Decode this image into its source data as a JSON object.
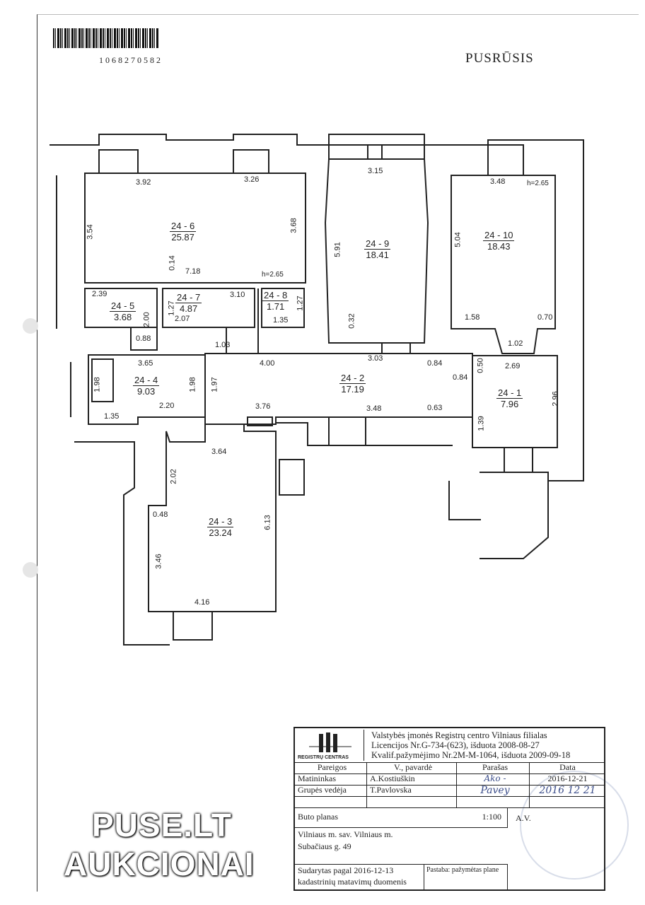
{
  "header": {
    "barcode_number": "1068270582",
    "floor_title": "PUSRŪSIS"
  },
  "rooms": [
    {
      "id": "24 - 6",
      "area": "25.87"
    },
    {
      "id": "24 - 9",
      "area": "18.41"
    },
    {
      "id": "24 - 10",
      "area": "18.43"
    },
    {
      "id": "24 - 5",
      "area": "3.68"
    },
    {
      "id": "24 - 7",
      "area": "4.87"
    },
    {
      "id": "24 - 8",
      "area": "1.71"
    },
    {
      "id": "24 - 4",
      "area": "9.03"
    },
    {
      "id": "24 - 2",
      "area": "17.19"
    },
    {
      "id": "24 - 1",
      "area": "7.96"
    },
    {
      "id": "24 - 3",
      "area": "23.24"
    }
  ],
  "dimensions": [
    "3.92",
    "3.26",
    "3.54",
    "3.68",
    "0.14",
    "7.18",
    "h=2.65",
    "3.15",
    "5.91",
    "0.32",
    "3.48",
    "h=2.65",
    "5.04",
    "1.58",
    "0.70",
    "2.39",
    "2.00",
    "0.88",
    "1.27",
    "3.10",
    "2.07",
    "1.27",
    "1.35",
    "1.03",
    "1.02",
    "3.65",
    "1.98",
    "1.98",
    "1.97",
    "2.20",
    "1.35",
    "4.00",
    "3.03",
    "0.84",
    "0.50",
    "2.69",
    "0.84",
    "2.96",
    "3.76",
    "3.48",
    "0.63",
    "1.39",
    "3.64",
    "2.02",
    "0.48",
    "6.13",
    "3.46",
    "4.16"
  ],
  "title_block": {
    "logo_text": "REGISTRŲ CENTRAS",
    "org_lines": [
      "Valstybės įmonės Registrų centro  Vilniaus filialas",
      "Licencijos Nr.G-734-(623), išduota 2008-08-27",
      "Kvalif.pažymėjimo Nr.2M-M-1064, išduota 2009-09-18"
    ],
    "headers": [
      "Pareigos",
      "V., pavardė",
      "Parašas",
      "Data"
    ],
    "rows": [
      {
        "role": "Matininkas",
        "name": "A.Kostiuškin",
        "signature": "Ako -",
        "date": "2016-12-21"
      },
      {
        "role": "Grupės vedėja",
        "name": "T.Pavlovska",
        "signature": "Pavey",
        "date": "2016 12 21"
      }
    ],
    "plan_type": "Buto planas",
    "scale": "1:100",
    "av": "A.V.",
    "address_lines": [
      "Vilniaus m. sav. Vilniaus m.",
      "Subačiaus g. 49"
    ],
    "compiled_label_1": "Sudarytas pagal",
    "compiled_date": "2016-12-13",
    "compiled_label_2": "kadastrinių matavimų duomenis",
    "note": "Pastaba: pažymėtas plane"
  },
  "watermark": {
    "line1": "PUSE.LT",
    "line2": "AUKCIONAI"
  }
}
